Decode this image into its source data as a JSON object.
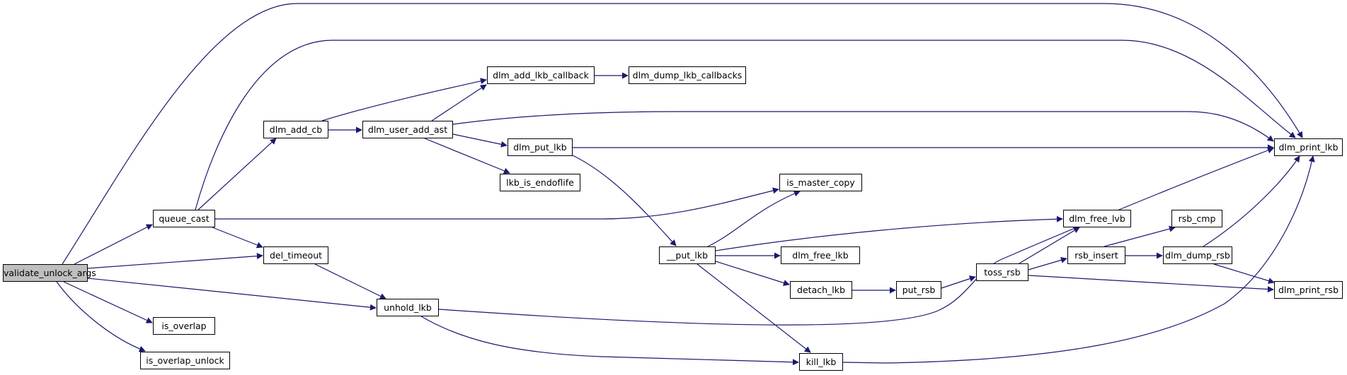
{
  "graph": {
    "root": "validate_unlock_args",
    "nodes": {
      "validate_unlock_args": "validate_unlock_args",
      "queue_cast": "queue_cast",
      "del_timeout": "del_timeout",
      "is_overlap": "is_overlap",
      "is_overlap_unlock": "is_overlap_unlock",
      "unhold_lkb": "unhold_lkb",
      "dlm_add_cb": "dlm_add_cb",
      "dlm_user_add_ast": "dlm_user_add_ast",
      "dlm_add_lkb_callback": "dlm_add_lkb_callback",
      "dlm_dump_lkb_callbacks": "dlm_dump_lkb_callbacks",
      "dlm_put_lkb": "dlm_put_lkb",
      "lkb_is_endoflife": "lkb_is_endoflife",
      "__put_lkb": "__put_lkb",
      "is_master_copy": "is_master_copy",
      "dlm_free_lkb": "dlm_free_lkb",
      "detach_lkb": "detach_lkb",
      "kill_lkb": "kill_lkb",
      "put_rsb": "put_rsb",
      "toss_rsb": "toss_rsb",
      "dlm_free_lvb": "dlm_free_lvb",
      "rsb_insert": "rsb_insert",
      "rsb_cmp": "rsb_cmp",
      "dlm_dump_rsb": "dlm_dump_rsb",
      "dlm_print_rsb": "dlm_print_rsb",
      "dlm_print_lkb": "dlm_print_lkb"
    },
    "edges": [
      [
        "validate_unlock_args",
        "dlm_print_lkb"
      ],
      [
        "validate_unlock_args",
        "queue_cast"
      ],
      [
        "validate_unlock_args",
        "del_timeout"
      ],
      [
        "validate_unlock_args",
        "unhold_lkb"
      ],
      [
        "validate_unlock_args",
        "is_overlap"
      ],
      [
        "validate_unlock_args",
        "is_overlap_unlock"
      ],
      [
        "queue_cast",
        "dlm_print_lkb"
      ],
      [
        "queue_cast",
        "dlm_add_cb"
      ],
      [
        "queue_cast",
        "is_master_copy"
      ],
      [
        "queue_cast",
        "del_timeout"
      ],
      [
        "dlm_add_cb",
        "dlm_add_lkb_callback"
      ],
      [
        "dlm_add_cb",
        "dlm_user_add_ast"
      ],
      [
        "dlm_user_add_ast",
        "dlm_add_lkb_callback"
      ],
      [
        "dlm_user_add_ast",
        "dlm_print_lkb"
      ],
      [
        "dlm_user_add_ast",
        "dlm_put_lkb"
      ],
      [
        "dlm_user_add_ast",
        "lkb_is_endoflife"
      ],
      [
        "dlm_add_lkb_callback",
        "dlm_dump_lkb_callbacks"
      ],
      [
        "dlm_put_lkb",
        "dlm_print_lkb"
      ],
      [
        "dlm_put_lkb",
        "__put_lkb"
      ],
      [
        "del_timeout",
        "unhold_lkb"
      ],
      [
        "unhold_lkb",
        "dlm_print_lkb"
      ],
      [
        "unhold_lkb",
        "kill_lkb"
      ],
      [
        "__put_lkb",
        "is_master_copy"
      ],
      [
        "__put_lkb",
        "dlm_free_lvb"
      ],
      [
        "__put_lkb",
        "dlm_free_lkb"
      ],
      [
        "__put_lkb",
        "detach_lkb"
      ],
      [
        "__put_lkb",
        "kill_lkb"
      ],
      [
        "detach_lkb",
        "put_rsb"
      ],
      [
        "put_rsb",
        "toss_rsb"
      ],
      [
        "toss_rsb",
        "dlm_free_lvb"
      ],
      [
        "toss_rsb",
        "rsb_insert"
      ],
      [
        "toss_rsb",
        "dlm_print_rsb"
      ],
      [
        "rsb_insert",
        "rsb_cmp"
      ],
      [
        "rsb_insert",
        "dlm_dump_rsb"
      ],
      [
        "dlm_dump_rsb",
        "dlm_print_lkb"
      ],
      [
        "dlm_dump_rsb",
        "dlm_print_rsb"
      ],
      [
        "kill_lkb",
        "dlm_print_lkb"
      ]
    ],
    "colors": {
      "edge": "#191970",
      "node_border": "#000000",
      "node_fill": "#ffffff",
      "root_fill": "#bfbfbf"
    }
  }
}
